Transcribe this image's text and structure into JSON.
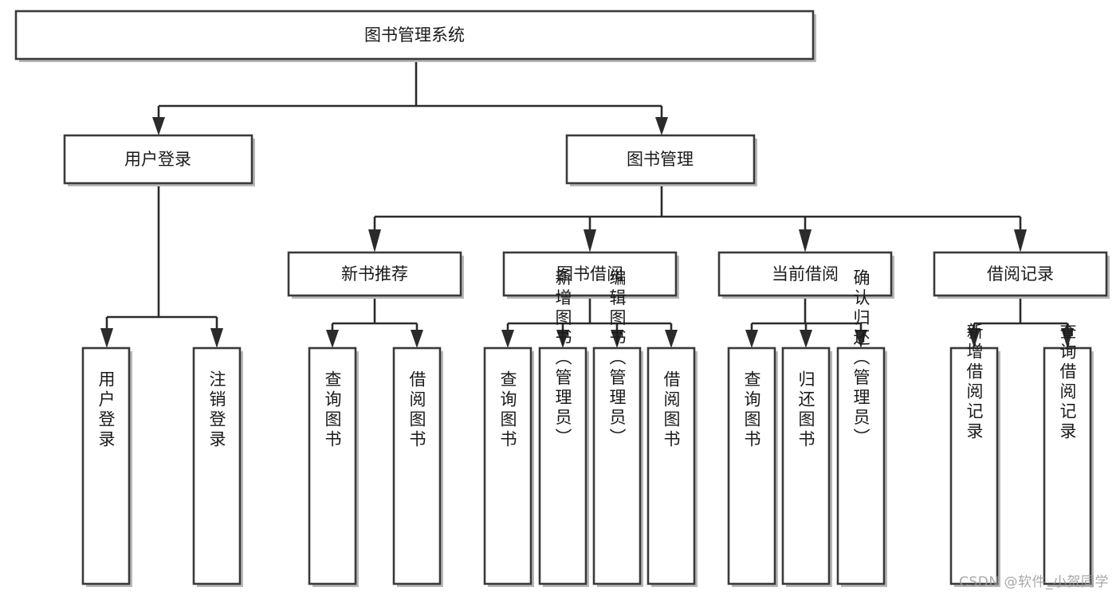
{
  "diagram": {
    "type": "tree",
    "title": "图书管理系统",
    "orientation": "top-down",
    "colors": {
      "box_fill": "#ffffff",
      "box_stroke": "#3a3a3a",
      "line": "#2b2b2b",
      "text": "#1a1a1a",
      "watermark": "#9a9a9a",
      "background": "#ffffff"
    },
    "root": {
      "label": "图书管理系统"
    },
    "level2": [
      {
        "id": "user-login",
        "label": "用户登录"
      },
      {
        "id": "book-manage",
        "label": "图书管理"
      }
    ],
    "level3": [
      {
        "id": "new-book-recommend",
        "label": "新书推荐"
      },
      {
        "id": "book-borrow",
        "label": "图书借阅"
      },
      {
        "id": "current-borrow",
        "label": "当前借阅"
      },
      {
        "id": "borrow-record",
        "label": "借阅记录"
      }
    ],
    "leaves": {
      "user-login": [
        {
          "id": "leaf-user-login",
          "label": "用户登录"
        },
        {
          "id": "leaf-logout-login",
          "label": "注销登录"
        }
      ],
      "new-book-recommend": [
        {
          "id": "leaf-query-book-1",
          "label": "查询图书"
        },
        {
          "id": "leaf-borrow-book-1",
          "label": "借阅图书"
        }
      ],
      "book-borrow": [
        {
          "id": "leaf-query-book-2",
          "label": "查询图书"
        },
        {
          "id": "leaf-add-book",
          "label": "新增图书（管理员）"
        },
        {
          "id": "leaf-edit-book",
          "label": "编辑图书（管理员）"
        },
        {
          "id": "leaf-borrow-book-2",
          "label": "借阅图书"
        }
      ],
      "current-borrow": [
        {
          "id": "leaf-query-book-3",
          "label": "查询图书"
        },
        {
          "id": "leaf-return-book",
          "label": "归还图书"
        },
        {
          "id": "leaf-confirm-return",
          "label": "确认归还（管理员）"
        }
      ],
      "borrow-record": [
        {
          "id": "leaf-add-record",
          "label": "新增借阅记录"
        },
        {
          "id": "leaf-query-record",
          "label": "查询借阅记录"
        }
      ]
    }
  },
  "watermark": {
    "text": "CSDN @软件_小贺同学"
  }
}
